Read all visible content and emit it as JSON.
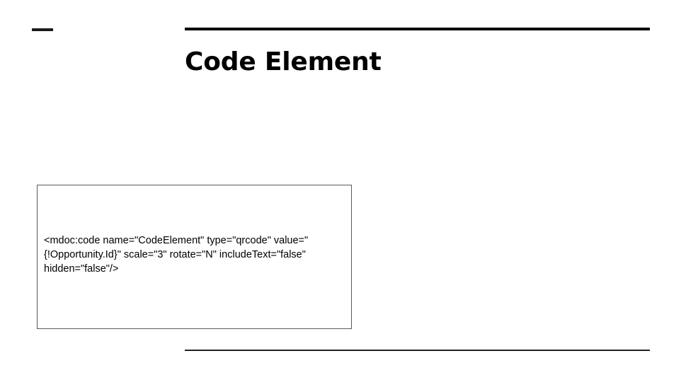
{
  "slide": {
    "title": "Code Element",
    "decoration": {
      "corner_dash": "horizontal-dash-mark",
      "top_rule": "thick-horizontal-rule",
      "bottom_rule": "thin-horizontal-rule"
    },
    "code_block": {
      "content": "<mdoc:code name=\"CodeElement\" type=\"qrcode\" value=\"{!Opportunity.Id}\" scale=\"3\" rotate=\"N\" includeText=\"false\" hidden=\"false\"/>",
      "lines": [
        "<mdoc:code name=\"CodeElement\" type=\"qrcode\"",
        "value=\"{!Opportunity.Id}\" scale=\"3\" rotate=\"N\" includeText=\"false\"",
        "hidden=\"false\"/>"
      ],
      "attributes": {
        "name": "CodeElement",
        "type": "qrcode",
        "value": "{!Opportunity.Id}",
        "scale": "3",
        "rotate": "N",
        "includeText": "false",
        "hidden": "false"
      }
    }
  },
  "colors": {
    "background": "#ffffff",
    "text": "#000000",
    "rule": "#000000",
    "box_border": "#5a5a5a"
  }
}
